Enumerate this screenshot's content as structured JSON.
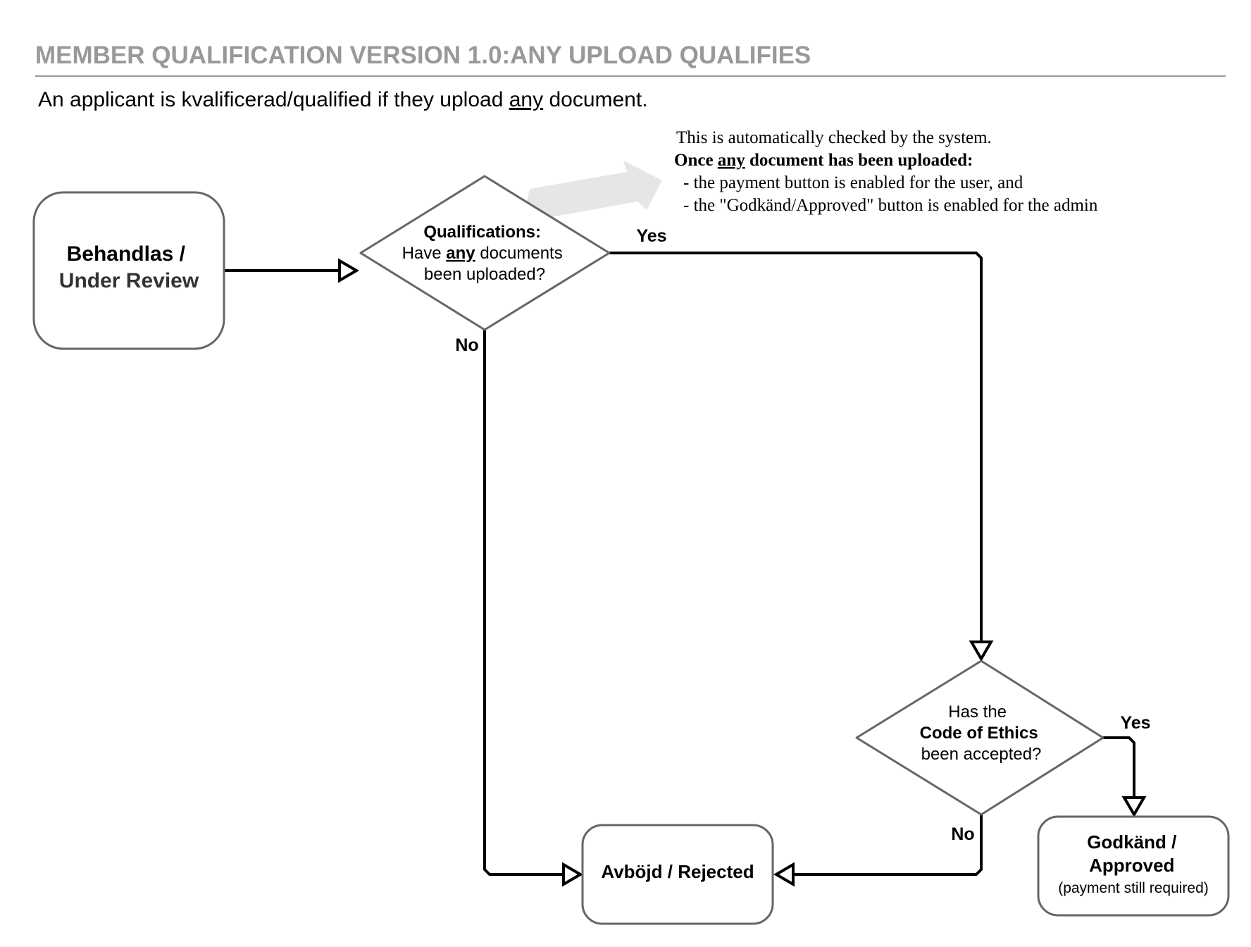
{
  "header": {
    "title": "MEMBER QUALIFICATION VERSION 1.0:ANY UPLOAD QUALIFIES",
    "subtitle_pre": "An applicant is kvalificerad/qualified if they upload ",
    "subtitle_emph": "any",
    "subtitle_post": " document."
  },
  "note": {
    "line1": "This is automatically checked by the system.",
    "line2_pre": "Once ",
    "line2_emph": "any",
    "line2_post": " document has been uploaded:",
    "line3": "- the payment button is enabled for the user, and",
    "line4": "- the \"Godkänd/Approved\" button is enabled for the admin"
  },
  "nodes": {
    "under_review": {
      "line1": "Behandlas /",
      "line2": "Under Review"
    },
    "qualifications": {
      "line1": "Qualifications:",
      "line2_pre": "Have ",
      "line2_emph": "any",
      "line2_post": " documents",
      "line3": "been uploaded?"
    },
    "code_of_ethics": {
      "line1": "Has the",
      "line2": "Code of Ethics",
      "line3": "been accepted?"
    },
    "rejected": {
      "label": "Avböjd / Rejected"
    },
    "approved": {
      "line1": "Godkänd /",
      "line2": "Approved",
      "line3": "(payment still required)"
    }
  },
  "edges": {
    "qual_yes": "Yes",
    "qual_no": "No",
    "ethics_yes": "Yes",
    "ethics_no": "No"
  },
  "colors": {
    "title": "#999999",
    "node_border": "#666666",
    "connector": "#000000",
    "callout_arrow": "#e6e6e6"
  }
}
